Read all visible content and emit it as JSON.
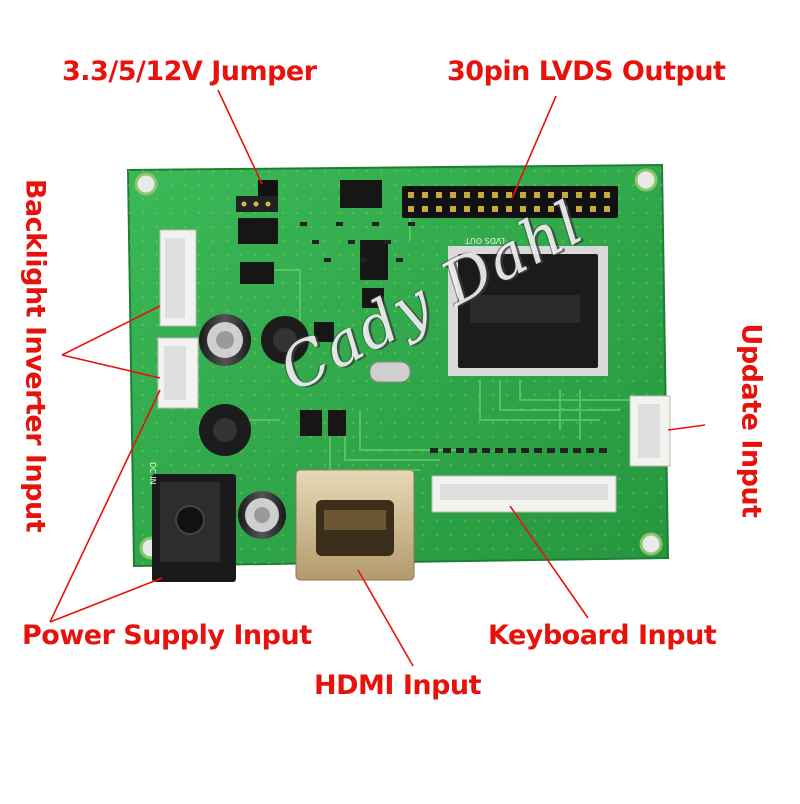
{
  "labels": {
    "jumper": "3.3/5/12V Jumper",
    "lvds": "30pin LVDS Output",
    "backlight": "Backlight Inverter Input",
    "update": "Update Input",
    "power": "Power Supply Input",
    "keyboard": "Keyboard Input",
    "hdmi": "HDMI Input"
  },
  "board": {
    "silkscreen_lvds": "LVDS OUT",
    "silkscreen_dcin": "DC IN"
  },
  "watermark": "Cady Dahl",
  "colors": {
    "label": "#e8120c",
    "pcb": "#2ea84a",
    "pcb_dark": "#1d7f35",
    "connector": "#f2f2ee",
    "chip": "#1b1b1b"
  }
}
